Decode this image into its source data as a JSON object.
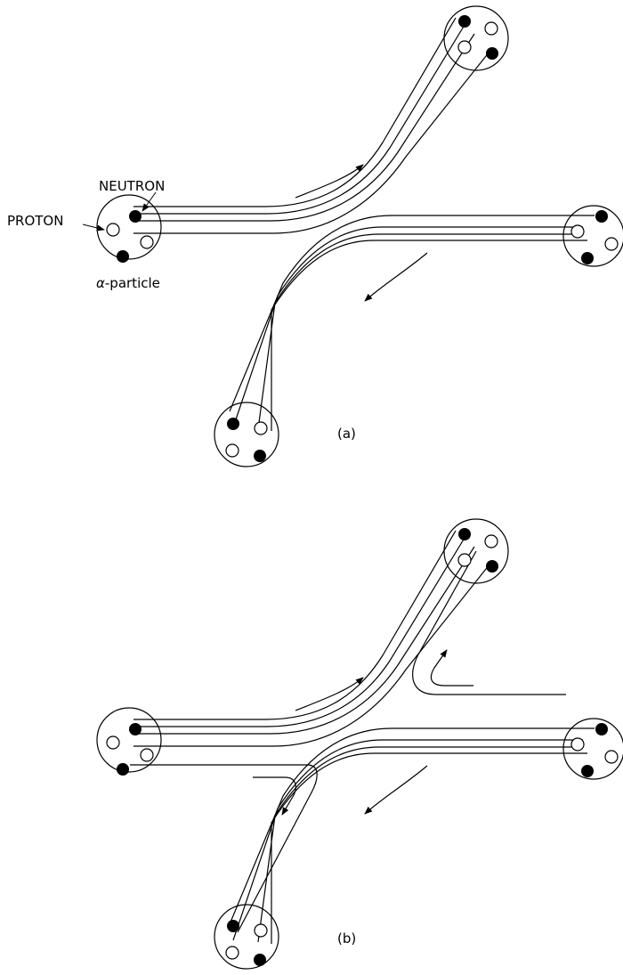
{
  "panel_a": {
    "caption": "(a)",
    "labels": {
      "neutron": "NEUTRON",
      "proton": "PROTON",
      "alpha_symbol": "α",
      "alpha_suffix": "-particle"
    }
  },
  "panel_b": {
    "caption": "(b)"
  },
  "legend_semantics": {
    "filled_circle": "NEUTRON",
    "open_circle": "PROTON"
  }
}
